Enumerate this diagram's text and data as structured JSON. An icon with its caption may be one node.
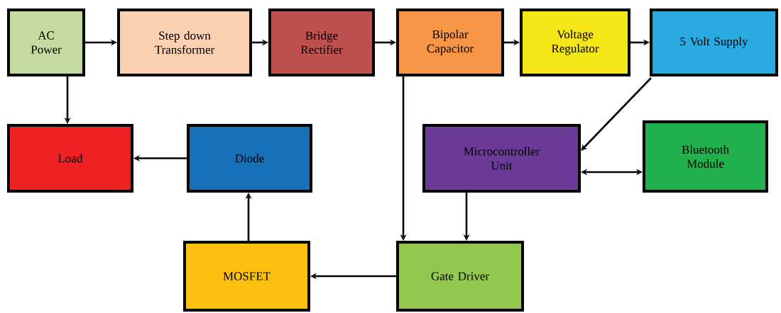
{
  "diagram": {
    "nodes": [
      {
        "text": [
          "AC Power"
        ]
      },
      {
        "text": [
          "Step down Transformer"
        ]
      },
      {
        "text": [
          "Bridge Rectifier"
        ]
      },
      {
        "text": [
          "Bipolar Capacitor"
        ]
      },
      {
        "text": [
          "Voltage Regulator"
        ]
      },
      {
        "text": [
          "5 Volt Supply"
        ]
      },
      {
        "text": [
          "Load"
        ]
      },
      {
        "text": [
          "Diode"
        ]
      },
      {
        "text": [
          "Microcontroller Unit"
        ]
      },
      {
        "text": [
          "Bluetooth Module"
        ]
      },
      {
        "text": [
          "MOSFET"
        ]
      },
      {
        "text": [
          "Gate Driver"
        ]
      }
    ],
    "edges": [
      {
        "from": 0,
        "to": 1,
        "arrow": "to"
      },
      {
        "from": 1,
        "to": 2,
        "arrow": "to"
      },
      {
        "from": 2,
        "to": 3,
        "arrow": "to"
      },
      {
        "from": 3,
        "to": 4,
        "arrow": "to"
      },
      {
        "from": 4,
        "to": 5,
        "arrow": "to"
      },
      {
        "from": 0,
        "to": 6,
        "arrow": "to"
      },
      {
        "from": 7,
        "to": 6,
        "arrow": "to"
      },
      {
        "from": 5,
        "to": 8,
        "arrow": "to"
      },
      {
        "from": 8,
        "to": 9,
        "arrow": "both"
      },
      {
        "from": 3,
        "to": 11,
        "arrow": "to"
      },
      {
        "from": 8,
        "to": 11,
        "arrow": "to"
      },
      {
        "from": 11,
        "to": 10,
        "arrow": "to"
      },
      {
        "from": 10,
        "to": 7,
        "arrow": "to"
      }
    ]
  }
}
